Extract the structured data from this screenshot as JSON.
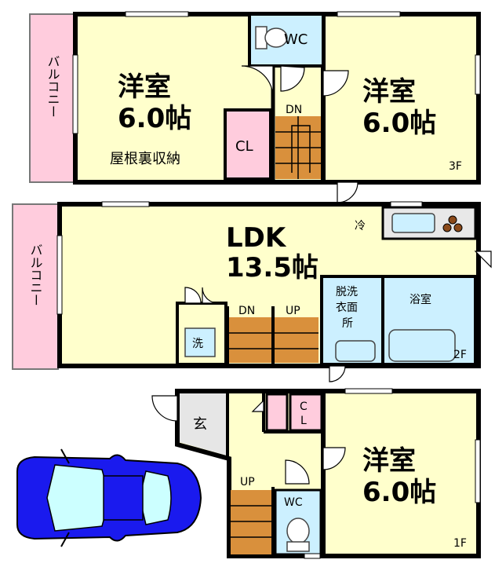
{
  "floors": {
    "third": {
      "label": "3F",
      "balcony_label": "バルコニー",
      "west_room": {
        "name": "洋室",
        "size": "6.0帖",
        "note": "屋根裏収納"
      },
      "east_room": {
        "name": "洋室",
        "size": "6.0帖"
      },
      "wc_label": "WC",
      "closet_label": "CL",
      "stair_label": "DN"
    },
    "second": {
      "label": "2F",
      "balcony_label": "バルコニー",
      "ldk": {
        "name": "LDK",
        "size": "13.5帖"
      },
      "fridge_label": "冷",
      "laundry_label": "洗",
      "dressing_label": "脱洗衣面所",
      "bath_label": "浴室",
      "stair_down_label": "DN",
      "stair_up_label": "UP"
    },
    "first": {
      "label": "1F",
      "entrance_label": "玄",
      "closet_label": "CL",
      "room": {
        "name": "洋室",
        "size": "6.0帖"
      },
      "wc_label": "WC",
      "stair_label": "UP"
    }
  },
  "colors": {
    "wall": "#000000",
    "room_fill": "#ffffcc",
    "balcony_fill": "#ffccdd",
    "wet_fill": "#ccf0ff",
    "stair_fill": "#d9903c",
    "car_fill": "#1a1aee",
    "car_glass": "#ccffff",
    "entrance_fill": "#e6e6e6"
  },
  "icons": [
    "car-icon",
    "toilet-icon",
    "bathtub-icon",
    "sink-icon",
    "kitchen-counter-icon",
    "stove-icon"
  ]
}
